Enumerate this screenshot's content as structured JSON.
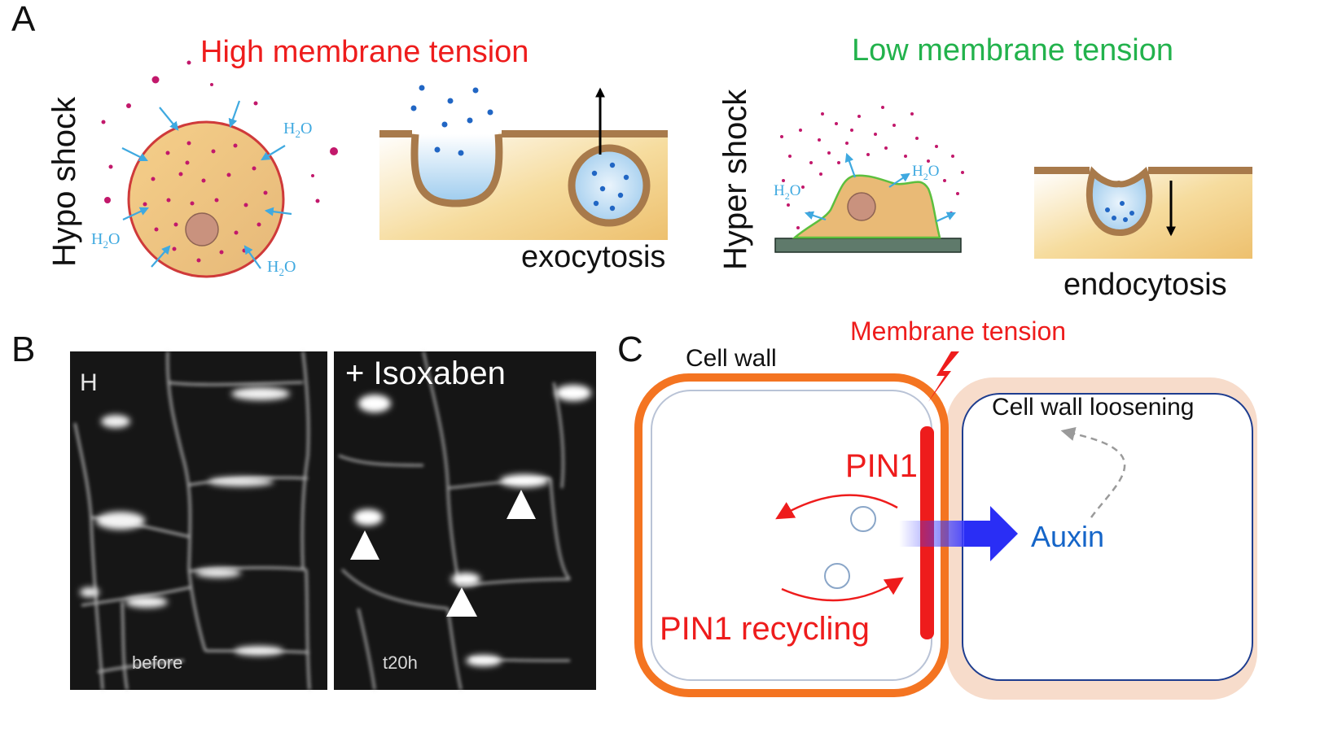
{
  "panels": {
    "a": {
      "letter": "A",
      "high_tension": "High membrane tension",
      "low_tension": "Low membrane tension",
      "hypo_shock": "Hypo shock",
      "hyper_shock": "Hyper shock",
      "exocytosis": "exocytosis",
      "endocytosis": "endocytosis",
      "water": "H",
      "water_sub": "2",
      "water_tail": "O"
    },
    "b": {
      "letter": "B",
      "left_tag": "H",
      "treatment": "+ Isoxaben",
      "before_label": "before",
      "after_label": "t20h"
    },
    "c": {
      "letter": "C",
      "cell_wall": "Cell wall",
      "membrane_tension": "Membrane tension",
      "loosening": "Cell wall loosening",
      "pin1": "PIN1",
      "auxin": "Auxin",
      "recycling": "PIN1 recycling"
    }
  },
  "colors": {
    "red": "#ee1c1c",
    "green": "#22b24c",
    "water_blue": "#3fa9e0",
    "auxin_blue": "#1565c8",
    "cell_fill": "#eec283",
    "membrane_brown": "#a87a4b",
    "wall_orange": "#f47421",
    "wall_peach": "#f7dccb"
  }
}
